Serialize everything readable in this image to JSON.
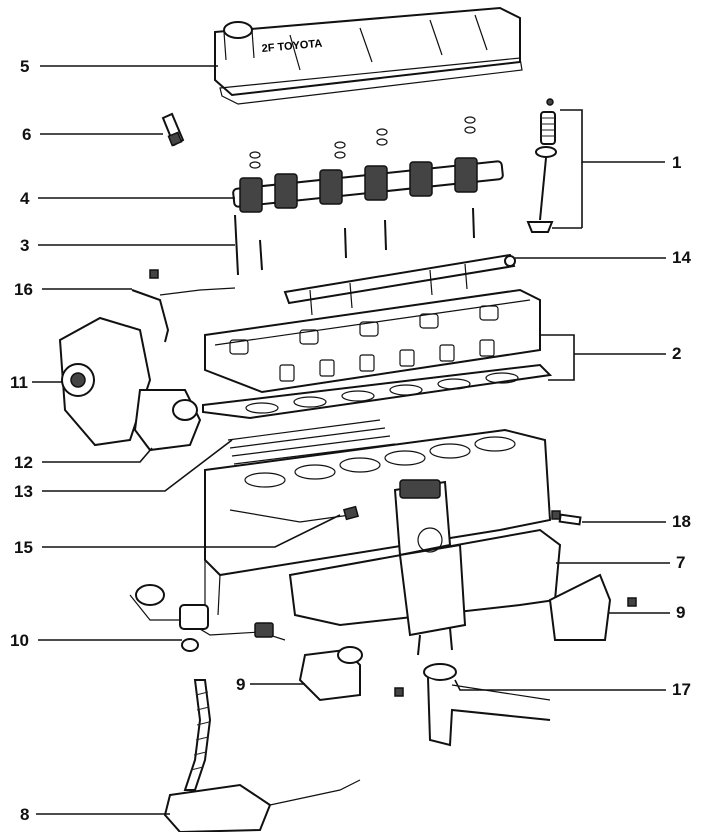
{
  "callouts": [
    {
      "id": "5",
      "label": "5"
    },
    {
      "id": "6",
      "label": "6"
    },
    {
      "id": "4",
      "label": "4"
    },
    {
      "id": "3",
      "label": "3"
    },
    {
      "id": "16",
      "label": "16"
    },
    {
      "id": "11",
      "label": "11"
    },
    {
      "id": "12",
      "label": "12"
    },
    {
      "id": "13",
      "label": "13"
    },
    {
      "id": "15",
      "label": "15"
    },
    {
      "id": "10",
      "label": "10"
    },
    {
      "id": "9a",
      "label": "9"
    },
    {
      "id": "8",
      "label": "8"
    },
    {
      "id": "1",
      "label": "1"
    },
    {
      "id": "14",
      "label": "14"
    },
    {
      "id": "2",
      "label": "2"
    },
    {
      "id": "18",
      "label": "18"
    },
    {
      "id": "7",
      "label": "7"
    },
    {
      "id": "9b",
      "label": "9"
    },
    {
      "id": "17",
      "label": "17"
    }
  ],
  "cover_text": "2F TOYOTA"
}
